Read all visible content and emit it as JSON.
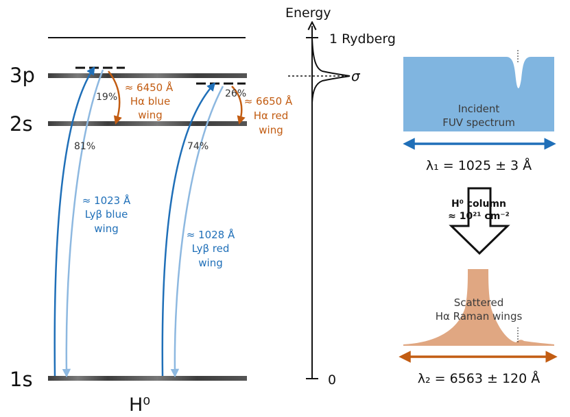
{
  "colors": {
    "level_line": "#4a4a4a",
    "lyb_dark": "#1f6fb8",
    "lyb_light": "#8db8e0",
    "halpha": "#c25c12",
    "incident_fill": "#80b5e0",
    "scattered_fill": "#e0a782"
  },
  "levels": {
    "p3": "3p",
    "s2": "2s",
    "s1": "1s",
    "atom": "H⁰"
  },
  "branching": {
    "blue_3p": "19%",
    "blue_2s": "81%",
    "red_3p": "26%",
    "red_2s": "74%"
  },
  "lyb_blue": {
    "line1": "≈ 1023 Å",
    "line2": "Lyβ blue",
    "line3": "wing"
  },
  "lyb_red": {
    "line1": "≈ 1028 Å",
    "line2": "Lyβ red",
    "line3": "wing"
  },
  "ha_blue": {
    "line1": "≈ 6450 Å",
    "line2": "Hα blue",
    "line3": "wing"
  },
  "ha_red": {
    "line1": "≈ 6650 Å",
    "line2": "Hα red",
    "line3": "wing"
  },
  "energy_axis": {
    "label": "Energy",
    "top_tick": "1 Rydberg",
    "bottom_tick": "0",
    "sigma": "σ"
  },
  "incident": {
    "line1": "Incident",
    "line2": "FUV spectrum",
    "range": "λ₁ = 1025 ± 3 Å"
  },
  "column": {
    "line1": "H⁰ column",
    "line2": "≈ 10²¹ cm⁻²"
  },
  "scattered": {
    "line1": "Scattered",
    "line2": "Hα Raman wings",
    "range": "λ₂ = 6563 ± 120 Å"
  }
}
